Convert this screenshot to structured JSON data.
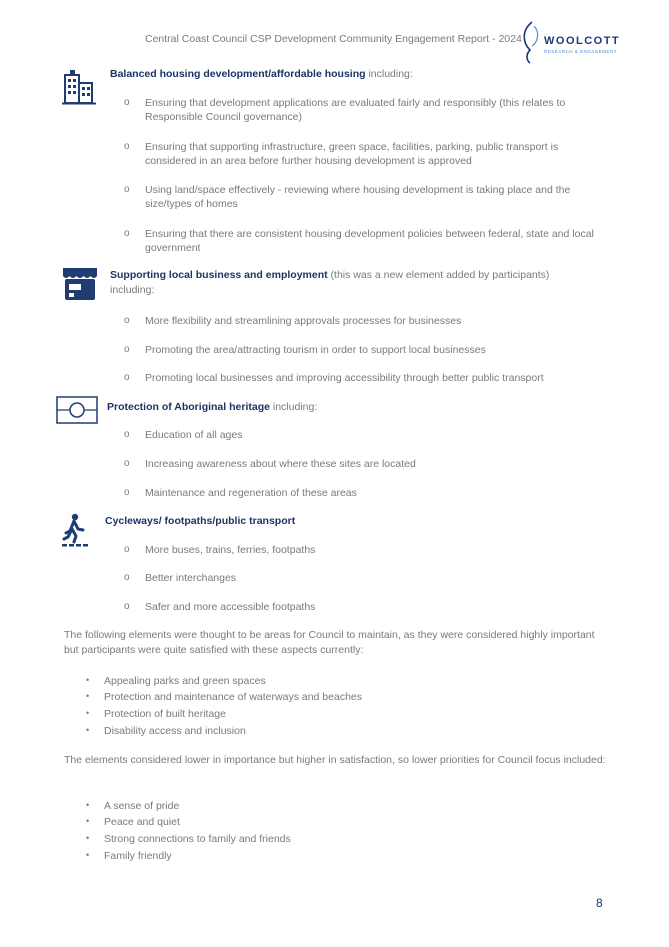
{
  "header": {
    "title": "Central Coast Council CSP Development Community Engagement Report - 2024",
    "logo_name": "WOOLCOTT",
    "logo_tagline": "RESEARCH & ENGAGEMENT"
  },
  "sections": [
    {
      "icon": "buildings-icon",
      "title": "Balanced housing development/affordable housing",
      "suffix": " including:",
      "items": [
        "Ensuring that development applications are evaluated fairly and responsibly (this relates to Responsible Council governance)",
        "Ensuring that supporting infrastructure, green space, facilities, parking, public transport is considered in an area before further housing development is approved",
        "Using land/space effectively - reviewing where housing development is taking place and the size/types of homes",
        "Ensuring that there are consistent housing development policies between federal, state and local government"
      ]
    },
    {
      "icon": "storefront-icon",
      "title": "Supporting local business and employment",
      "suffix": " (this was a new element added by participants) including:",
      "items": [
        "More flexibility and streamlining approvals processes for businesses",
        "Promoting the area/attracting tourism in order to support local businesses",
        "Promoting local businesses and improving accessibility through better public transport"
      ]
    },
    {
      "icon": "aboriginal-flag-icon",
      "title": "Protection of Aboriginal heritage",
      "suffix": " including:",
      "items": [
        "Education of all ages",
        "Increasing awareness about where these sites are located",
        "Maintenance and regeneration of these areas"
      ]
    },
    {
      "icon": "pedestrian-crossing-icon",
      "title": "Cycleways/ footpaths/public transport",
      "suffix": "",
      "items": [
        "More buses, trains, ferries, footpaths",
        "Better interchanges",
        "Safer and more accessible footpaths"
      ]
    }
  ],
  "marker_sub": "o",
  "marker_bullet": "•",
  "paragraph_maintain": "The following elements were thought to be areas for Council to maintain, as they were considered highly important but participants were quite satisfied with these aspects currently:",
  "maintain_list": [
    "Appealing parks and green spaces",
    "Protection and maintenance of waterways and beaches",
    "Protection of built heritage",
    "Disability access and inclusion"
  ],
  "paragraph_lower": "The elements considered lower in importance but higher in satisfaction, so lower priorities for Council focus included:",
  "lower_list": [
    "A sense of pride",
    "Peace and quiet",
    "Strong connections to family and friends",
    "Family friendly"
  ],
  "page_number": "8",
  "colors": {
    "accent": "#1a3566",
    "body_text": "#7a7a7a",
    "icon": "#1f3d73"
  }
}
